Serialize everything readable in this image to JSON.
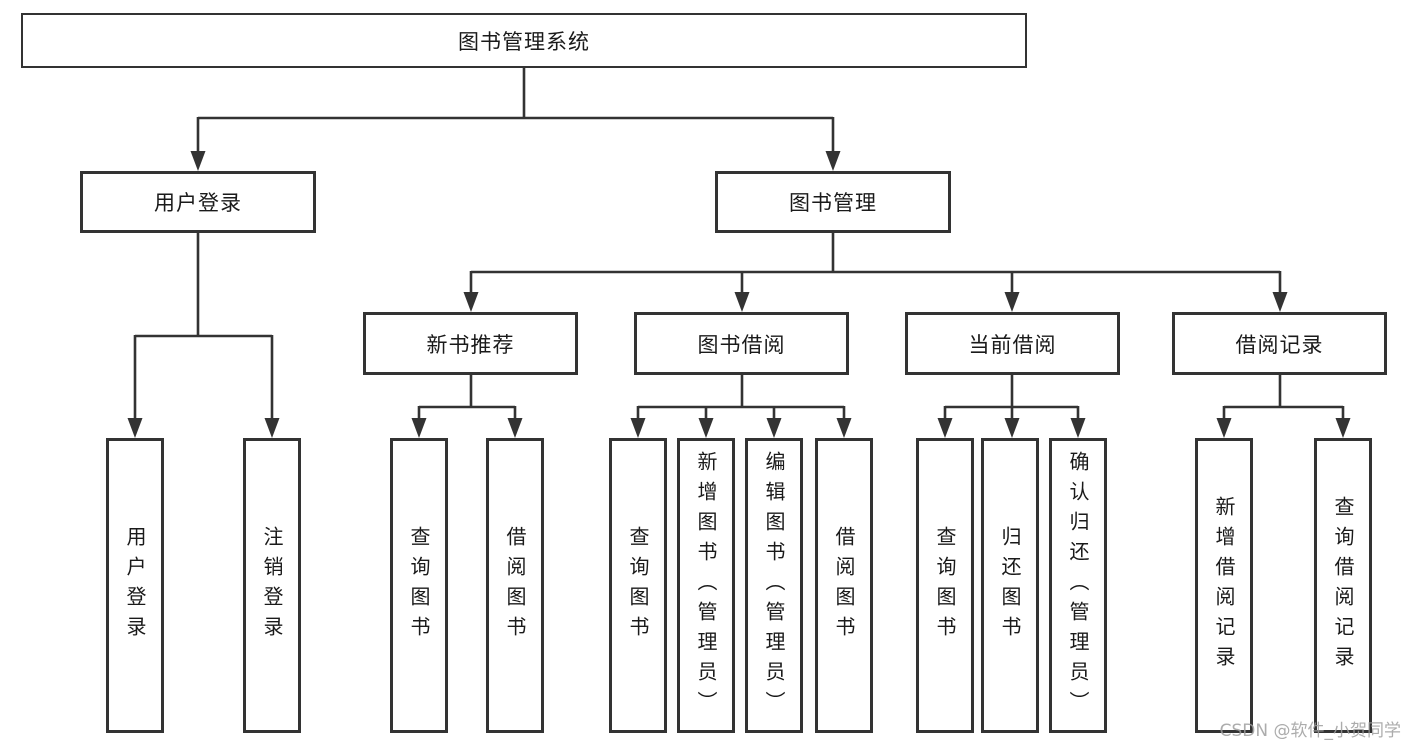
{
  "tree": {
    "root": {
      "label": "图书管理系统"
    },
    "branches": [
      {
        "label": "用户登录",
        "children": [
          {
            "label": "用户登录"
          },
          {
            "label": "注销登录"
          }
        ]
      },
      {
        "label": "图书管理",
        "children": [
          {
            "label": "新书推荐",
            "children": [
              {
                "label": "查询图书"
              },
              {
                "label": "借阅图书"
              }
            ]
          },
          {
            "label": "图书借阅",
            "children": [
              {
                "label": "查询图书"
              },
              {
                "label": "新增图书（管理员）"
              },
              {
                "label": "编辑图书（管理员）"
              },
              {
                "label": "借阅图书"
              }
            ]
          },
          {
            "label": "当前借阅",
            "children": [
              {
                "label": "查询图书"
              },
              {
                "label": "归还图书"
              },
              {
                "label": "确认归还（管理员）"
              }
            ]
          },
          {
            "label": "借阅记录",
            "children": [
              {
                "label": "新增借阅记录"
              },
              {
                "label": "查询借阅记录"
              }
            ]
          }
        ]
      }
    ]
  },
  "watermark": {
    "text": "CSDN @软件_小贺同学"
  },
  "colors": {
    "line": "#333333",
    "box_border": "#333333",
    "box_fill": "#ffffff",
    "text": "#1a1a1a",
    "watermark": "#9e9e9e"
  }
}
